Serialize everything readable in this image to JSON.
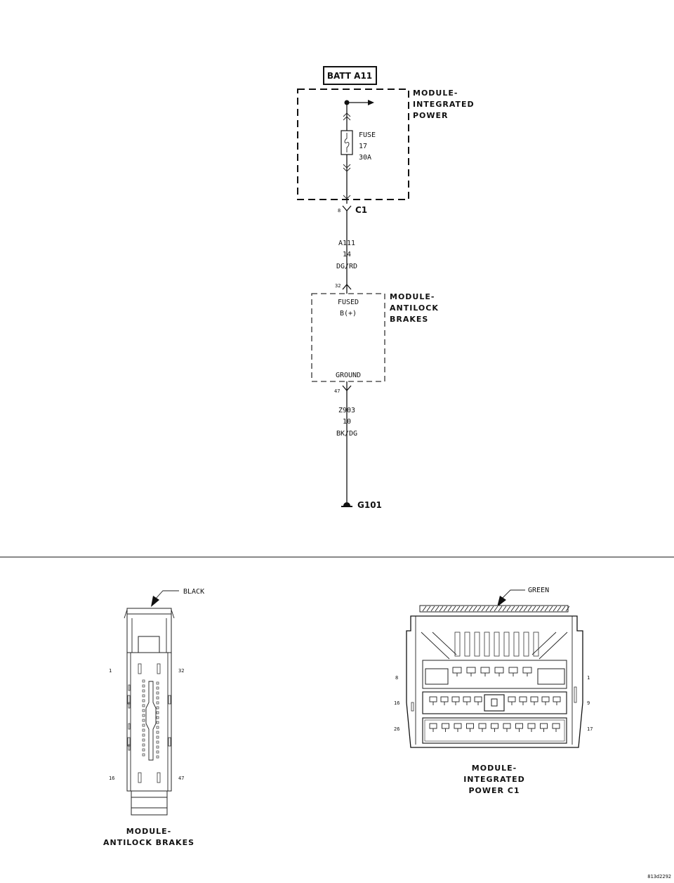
{
  "schematic": {
    "source_label": "BATT A11",
    "ipm": {
      "name_lines": [
        "MODULE-",
        "INTEGRATED",
        "POWER"
      ]
    },
    "fuse": {
      "lines": [
        "FUSE",
        "17",
        "30A"
      ]
    },
    "c1": {
      "pin": "8",
      "label": "C1"
    },
    "wire1": {
      "lines": [
        "A111",
        "14",
        "DG/RD"
      ]
    },
    "abs": {
      "pin_in": "32",
      "name_lines": [
        "MODULE-",
        "ANTILOCK",
        "BRAKES"
      ],
      "fused_lines": [
        "FUSED",
        "B(+)"
      ],
      "ground_label": "GROUND",
      "pin_out": "47"
    },
    "wire2": {
      "lines": [
        "Z903",
        "10",
        "BK/DG"
      ]
    },
    "ground": {
      "label": "G101"
    }
  },
  "connectors": {
    "abs_connector": {
      "color_label": "BLACK",
      "pins": {
        "top_left": "1",
        "top_right": "32",
        "bottom_left": "16",
        "bottom_right": "47"
      },
      "name_lines": [
        "MODULE-",
        "ANTILOCK BRAKES"
      ]
    },
    "ipm_connector": {
      "color_label": "GREEN",
      "pins": {
        "r1_left": "8",
        "r1_right": "1",
        "r2_left": "16",
        "r2_right": "9",
        "r3_left": "26",
        "r3_right": "17"
      },
      "name_lines": [
        "MODULE-",
        "INTEGRATED",
        "POWER C1"
      ]
    }
  },
  "figure_id": "813d2292"
}
